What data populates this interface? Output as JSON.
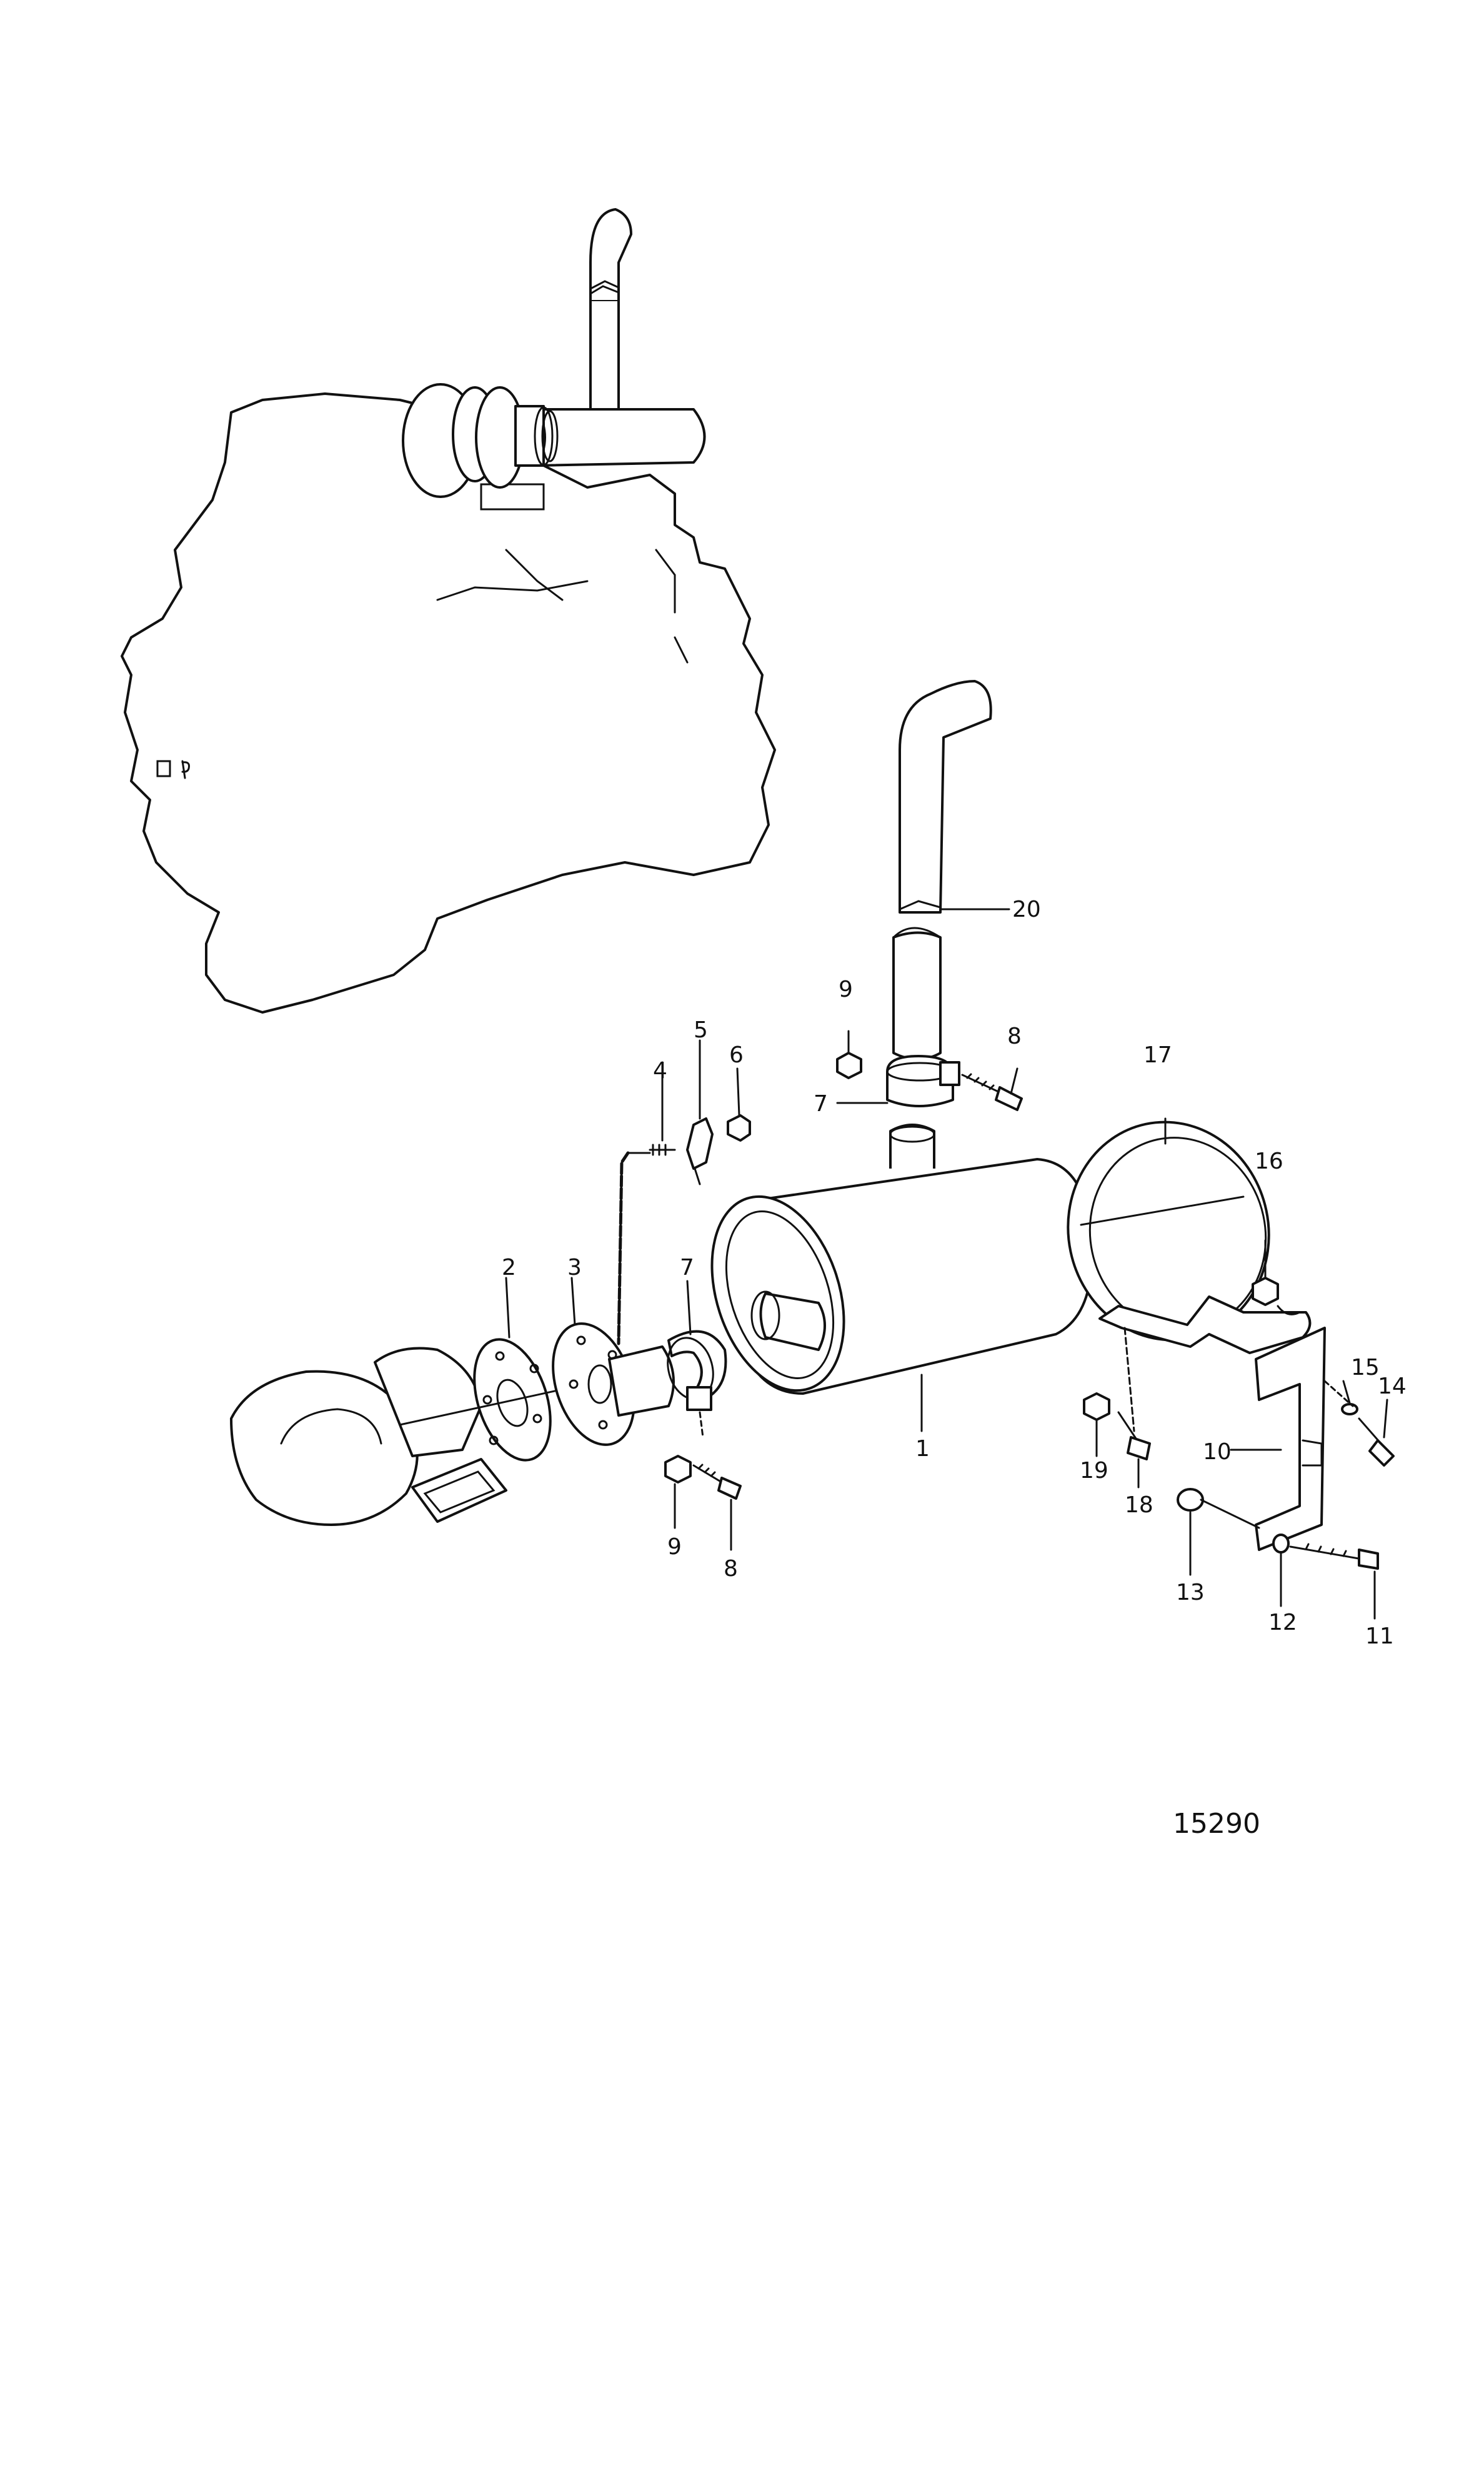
{
  "figure_number": "15290",
  "callouts": {
    "c1": "1",
    "c2": "2",
    "c3": "3",
    "c4": "4",
    "c5": "5",
    "c6": "6",
    "c7a": "7",
    "c7b": "7",
    "c8a": "8",
    "c8b": "8",
    "c9a": "9",
    "c9b": "9",
    "c10": "10",
    "c11": "11",
    "c12": "12",
    "c13": "13",
    "c14": "14",
    "c15": "15",
    "c16": "16",
    "c17": "17",
    "c18": "18",
    "c19": "19",
    "c20": "20"
  }
}
